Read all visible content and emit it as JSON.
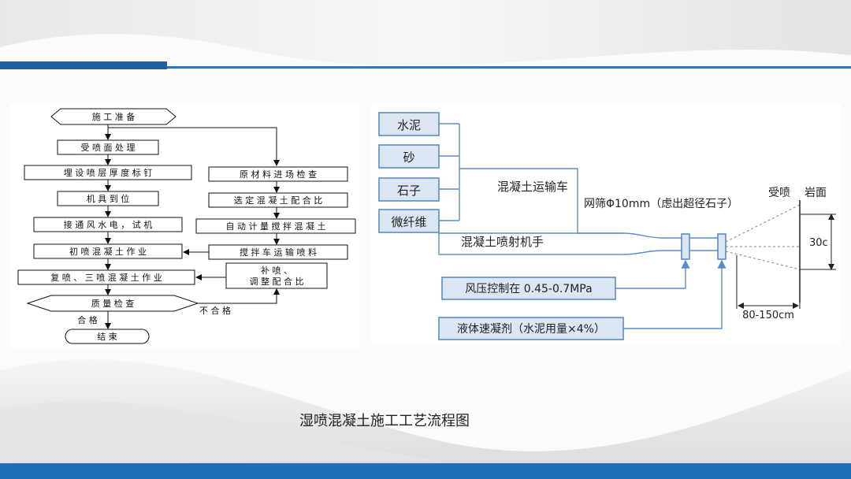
{
  "slide": {
    "caption": "湿喷混凝土施工工艺流程图",
    "accent_color": "#1f5f9e",
    "band_color": "#1d6fb8"
  },
  "flowchart": {
    "start": "施 工 准 备",
    "step1": "受 喷 面 处 理",
    "step2": "埋 设 喷 层 厚 度 标 钉",
    "step3": "机 具 到 位",
    "step4": "接 通 风 水 电 ， 试 机",
    "step5": "初 喷 混 凝 土 作 业",
    "step6": "复 喷 、 三 喷 混 凝 土 作 业",
    "decision": "质 量 检 查",
    "end": "结 束",
    "r1": "原 材 料 进 场 检 查",
    "r2": "选 定 混 凝 土 配 合 比",
    "r3": "自 动 计 量 搅 拌 混 凝 土",
    "r4": "搅 拌 车 运 输 喷 料",
    "r5_line1": "补 喷 、",
    "r5_line2": "调 整 配 合 比",
    "pass": "合 格",
    "fail": "不 合 格"
  },
  "process": {
    "m1": "水泥",
    "m2": "砂",
    "m3": "石子",
    "m4": "微纤维",
    "truck": "混凝土运输车",
    "robot": "混凝土喷射机手",
    "sieve": "网筛Φ10mm（虑出超径石子）",
    "air": "风压控制在 0.45-0.7MPa",
    "accel": "液体速凝剂（水泥用量×4%）",
    "receive": "受喷",
    "rock": "岩面",
    "thickness": "30c",
    "distance": "80-150cm",
    "line_color": "#5b8dc4",
    "box_fill": "#dce6f2"
  }
}
